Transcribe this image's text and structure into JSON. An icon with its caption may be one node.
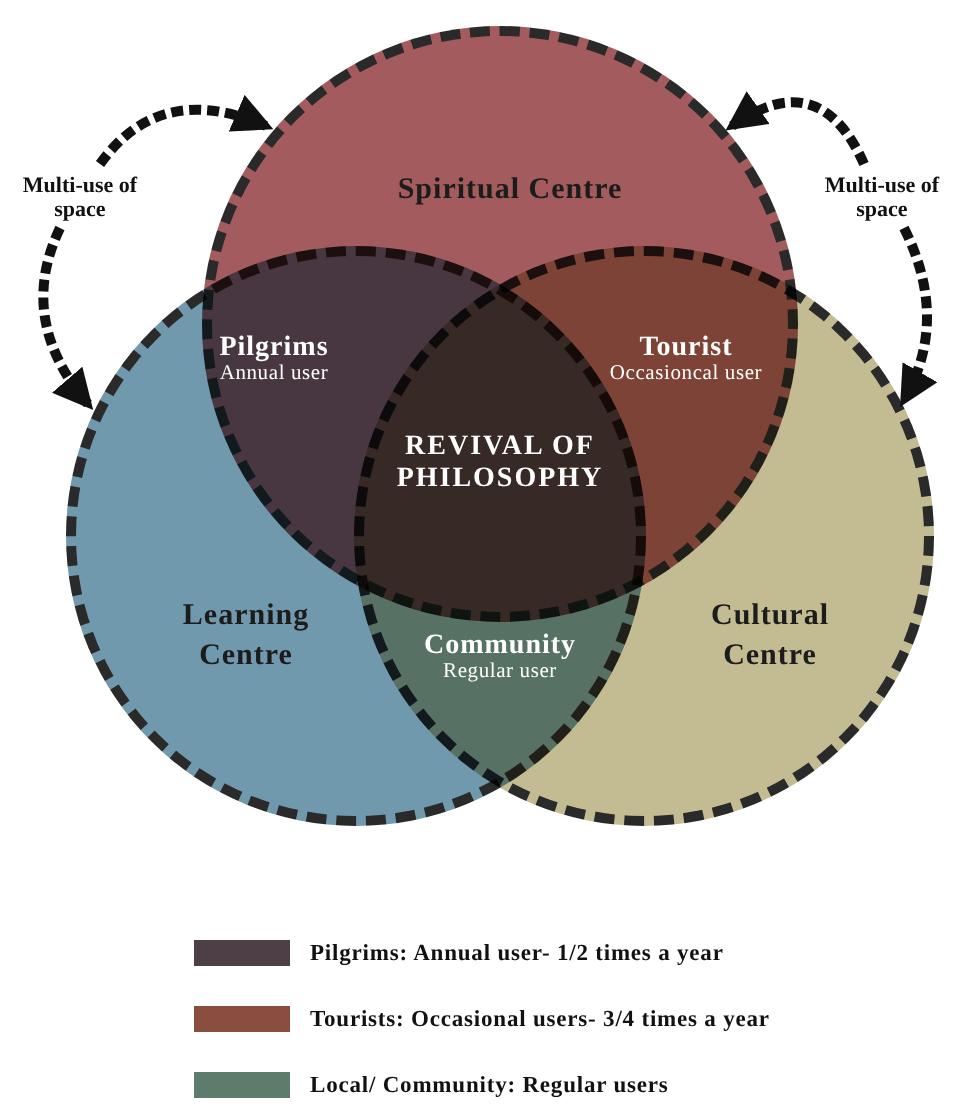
{
  "diagram": {
    "nodes": [
      {
        "text": [
          "Multi-use of space"
        ]
      },
      {
        "text": [
          "Spiritual Centre"
        ]
      },
      {
        "text": [
          "Multi-use of space"
        ]
      },
      {
        "text": [
          "Pilgrims",
          "Annual user"
        ]
      },
      {
        "text": [
          "Tourist",
          "Occasioncal user"
        ]
      },
      {
        "text": [
          "REVIVAL OF PHILOSOPHY"
        ]
      },
      {
        "text": [
          "Learning Centre"
        ]
      },
      {
        "text": [
          "Community",
          "Regular user"
        ]
      },
      {
        "text": [
          "Cultural Centre"
        ]
      }
    ],
    "edges": [
      {
        "from": 0,
        "to": 1,
        "arrow": "to",
        "style": "dashed"
      },
      {
        "from": 0,
        "to": 6,
        "arrow": "to",
        "style": "dashed"
      },
      {
        "from": 2,
        "to": 1,
        "arrow": "to",
        "style": "dashed"
      },
      {
        "from": 2,
        "to": 8,
        "arrow": "to",
        "style": "dashed"
      }
    ],
    "legend": [
      {
        "text": "Pilgrims: Annual user- 1/2 times a year",
        "color": "#4e3f47"
      },
      {
        "text": "Tourists: Occasional users- 3/4 times a year",
        "color": "#8a4e3e"
      },
      {
        "text": "Local/ Community: Regular users",
        "color": "#5e7c6c"
      }
    ]
  }
}
